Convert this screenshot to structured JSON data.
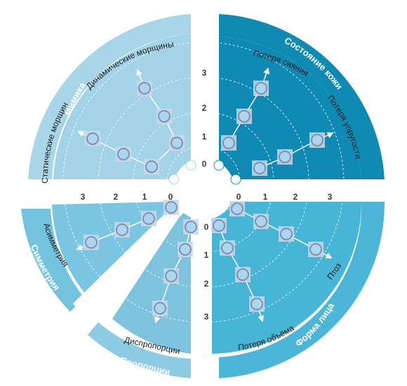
{
  "colors": {
    "mimika_outer": "#a8d6e8",
    "mimika_inner": "#a2d3e6",
    "skin_outer": "#0f8bb3",
    "skin_inner": "#0f8ab4",
    "shape_outer": "#4bb6d8",
    "shape_inner": "#46b5d6",
    "sym_outer": "#73c3df",
    "sym_inner": "#7ac6e2",
    "prop_outer": "#8ccbe3",
    "prop_inner": "#7dc3de",
    "node": "#c8d7ec",
    "node_stroke": "#8a8fa6",
    "node_fill": "#a9d7f2"
  },
  "categories": [
    {
      "key": "mimika",
      "label": "Мимика"
    },
    {
      "key": "skin",
      "label": "Состояние кожи"
    },
    {
      "key": "shape",
      "label": "Форма лица"
    },
    {
      "key": "proportions",
      "label": "Пропорции"
    },
    {
      "key": "symmetry",
      "label": "Симметрия"
    }
  ],
  "criteria": [
    {
      "key": "static",
      "label": "Статические морщин"
    },
    {
      "key": "dynamic",
      "label": "Динамические морщины"
    },
    {
      "key": "radiance",
      "label": "Потеря сияния"
    },
    {
      "key": "elasticity",
      "label": "Потеря упругости"
    },
    {
      "key": "ptosis",
      "label": "Птоз"
    },
    {
      "key": "volume",
      "label": "Потеря объёма"
    },
    {
      "key": "disproportion",
      "label": "Диспропорции"
    },
    {
      "key": "asymmetry",
      "label": "Асимметрия"
    }
  ],
  "scale": {
    "vertical": [
      "0",
      "1",
      "2",
      "3"
    ],
    "horizontal_right": [
      "0",
      "1",
      "2",
      "3"
    ],
    "horizontal_left": [
      "3",
      "2",
      "1",
      "0"
    ],
    "lower_vertical": [
      "0",
      "1",
      "2",
      "3"
    ]
  }
}
